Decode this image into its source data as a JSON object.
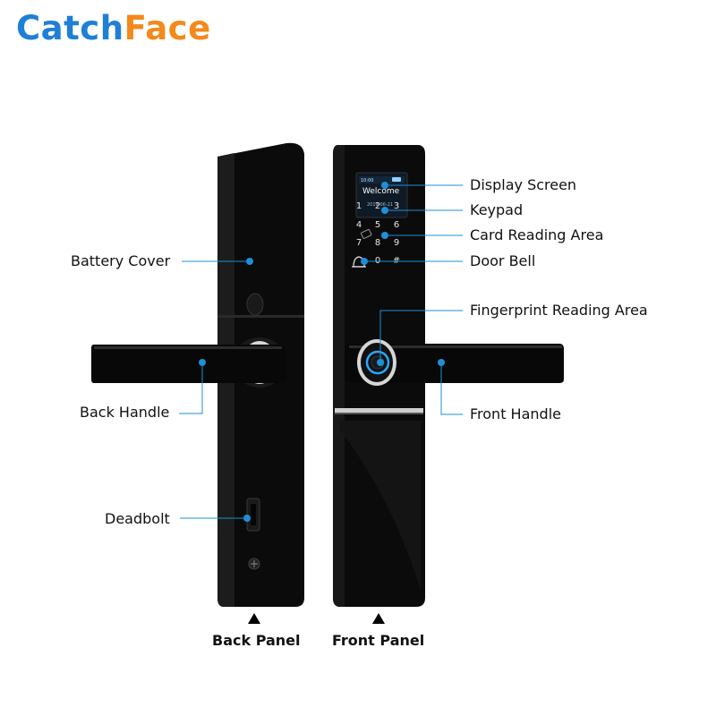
{
  "brand": {
    "part1": "Catch",
    "part2": "Face"
  },
  "colors": {
    "brand_blue": "#1f7fd6",
    "brand_orange": "#f28a1c",
    "annotation": "#1e8fd8",
    "lock_body": "#0a0a0a"
  },
  "labels": {
    "battery_cover": "Battery Cover",
    "back_handle": "Back Handle",
    "deadbolt": "Deadbolt",
    "display_screen": "Display Screen",
    "keypad": "Keypad",
    "card_reading_area": "Card Reading Area",
    "door_bell": "Door Bell",
    "fingerprint_reading_area": "Fingerprint Reading Area",
    "front_handle": "Front Handle"
  },
  "panels": {
    "back": "Back Panel",
    "front": "Front Panel"
  },
  "screen": {
    "time": "10:00",
    "welcome": "Welcome",
    "date": "2019-06-21"
  },
  "keys": [
    "1",
    "2",
    "3",
    "4",
    "5",
    "6",
    "7",
    "8",
    "9",
    "0",
    "#"
  ]
}
